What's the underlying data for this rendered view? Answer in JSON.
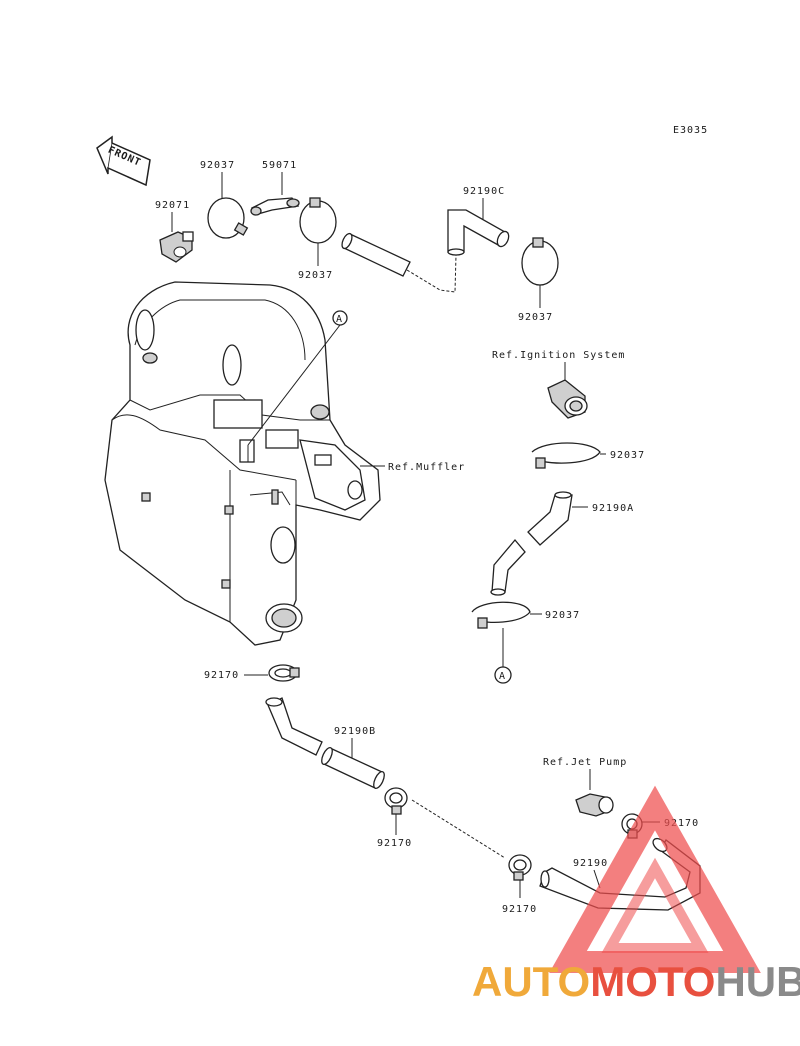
{
  "diagram_code": "E3035",
  "front_label": "FRONT",
  "parts": [
    {
      "label": "92037"
    },
    {
      "label": "59071"
    },
    {
      "label": "92071"
    },
    {
      "label": "92037"
    },
    {
      "label": "92190C"
    },
    {
      "label": "92037"
    },
    {
      "label": "92037"
    },
    {
      "label": "92190A"
    },
    {
      "label": "92037"
    },
    {
      "label": "92170"
    },
    {
      "label": "92190B"
    },
    {
      "label": "92170"
    },
    {
      "label": "92170"
    },
    {
      "label": "92170"
    },
    {
      "label": "92190"
    }
  ],
  "references": {
    "ignition": "Ref.Ignition System",
    "muffler": "Ref.Muffler",
    "jet_pump": "Ref.Jet Pump"
  },
  "callout": "A",
  "watermark": {
    "part1": "AUTO",
    "part2": "MOTO",
    "part3": "HUB",
    "color1": "#f0a93a",
    "color2": "#e8503f",
    "color3": "#8a8a8a",
    "triangle_color": "#ee4d4d"
  }
}
